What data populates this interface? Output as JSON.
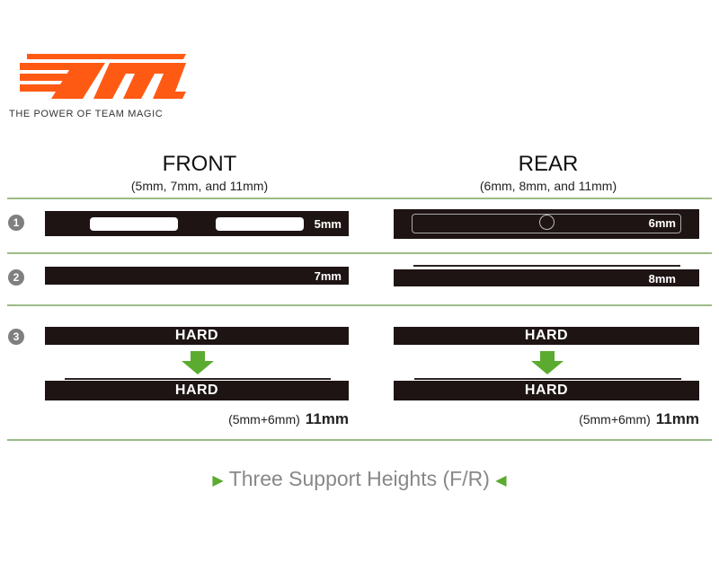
{
  "logo": {
    "brand": "TM",
    "tagline": "THE POWER OF TEAM MAGIC",
    "color": "#ff5a14"
  },
  "columns": {
    "front": {
      "title": "FRONT",
      "subtitle": "(5mm, 7mm, and 11mm)"
    },
    "rear": {
      "title": "REAR",
      "subtitle": "(6mm, 8mm, and 11mm)"
    }
  },
  "rows": [
    {
      "number": "1",
      "front_label": "5mm",
      "rear_label": "6mm"
    },
    {
      "number": "2",
      "front_label": "7mm",
      "rear_label": "8mm"
    },
    {
      "number": "3",
      "top_label": "HARD",
      "bottom_label": "HARD",
      "combo": "(5mm+6mm)",
      "total": "11mm"
    }
  ],
  "footer": {
    "text": "Three Support Heights (F/R)"
  },
  "colors": {
    "accent_green": "#5aab2f",
    "rule_green": "#9dbb86",
    "bar": "#1e1414"
  }
}
